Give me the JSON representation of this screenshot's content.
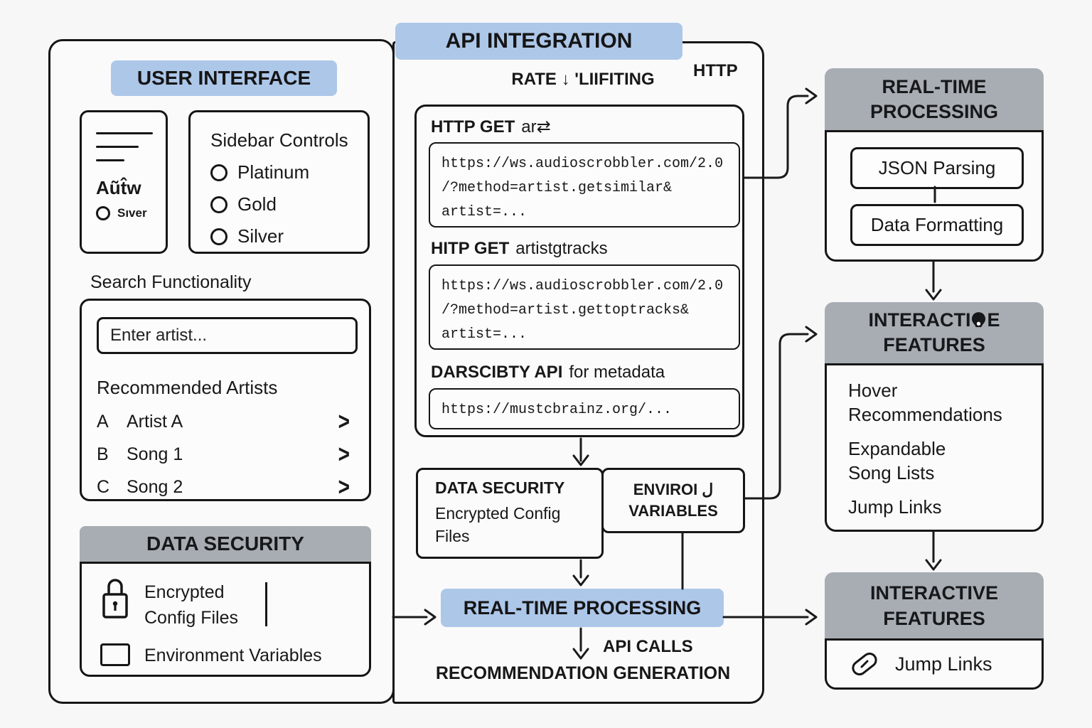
{
  "colors": {
    "blue_header": "#adc7e9",
    "gray_header": "#a8adb4",
    "border": "#161616",
    "background": "#f7f7f8",
    "box_bg": "#fbfbfc"
  },
  "left_panel": {
    "header": "USER INTERFACE",
    "preview_card": {
      "title": "Aũt̂w",
      "radio_label": "Sıver"
    },
    "sidebar_controls": {
      "title": "Sidebar Controls",
      "options": [
        "Platinum",
        "Gold",
        "Silver"
      ]
    },
    "search_title": "Search Functionality",
    "search_card": {
      "input_placeholder": "Enter artist...",
      "list_title": "Recommended Artists",
      "items": [
        {
          "key": "A",
          "label": "Artist A",
          "chevron": ">"
        },
        {
          "key": "B",
          "label": "Song 1",
          "chevron": ">"
        },
        {
          "key": "C",
          "label": "Song 2",
          "chevron": ">"
        }
      ]
    },
    "data_security": {
      "header": "DATA SECURITY",
      "item1": "Encrypted Config Files",
      "item2": "Environment Variables"
    }
  },
  "center_panel": {
    "header": "API INTEGRATION",
    "rate_limiting_label": "RATE ↓ 'LIIFITING",
    "http_label": "HTTP",
    "endpoints": [
      {
        "title_bold": "HTTP GET",
        "title_rest": "ar⇄",
        "lines": [
          "https://ws.audioscrobbler.com/2.0",
          "/?method=artist.getsimilar&",
          "artist=..."
        ]
      },
      {
        "title_bold": "HITP GET",
        "title_rest": "artistgtracks",
        "lines": [
          "https://ws.audioscrobbler.com/2.0",
          "/?method=artist.gettoptracks&",
          "artist=..."
        ]
      },
      {
        "title_bold": "DARSCIBTY API",
        "title_rest": "for metadata",
        "lines": [
          "https://mustcbrainz.org/..."
        ]
      }
    ],
    "security_box": {
      "title": "DATA SECURITY",
      "body": "Encrypted Config Files"
    },
    "env_box": {
      "line1": "ENVIROI ل",
      "line2": "VARIABLES"
    },
    "processing_header": "REAL-TIME PROCESSING",
    "api_calls_label": "API CALLS",
    "recommendation_label": "RECOMMENDATION GENERATION"
  },
  "right_panel": {
    "realtime_box": {
      "header_line1": "REAL-TIME",
      "header_line2": "PROCESSING",
      "steps": [
        "JSON Parsing",
        "Data Formatting"
      ]
    },
    "interactive_box_1": {
      "header_part1": "INTERACTI",
      "header_part2": "E",
      "header_line2": "FEATURES",
      "items": [
        "Hover Recommendations",
        "Expandable Song Lists",
        "Jump Links"
      ]
    },
    "interactive_box_2": {
      "header_line1": "INTERACTIVE",
      "header_line2": "FEATURES",
      "item": "Jump Links"
    }
  }
}
